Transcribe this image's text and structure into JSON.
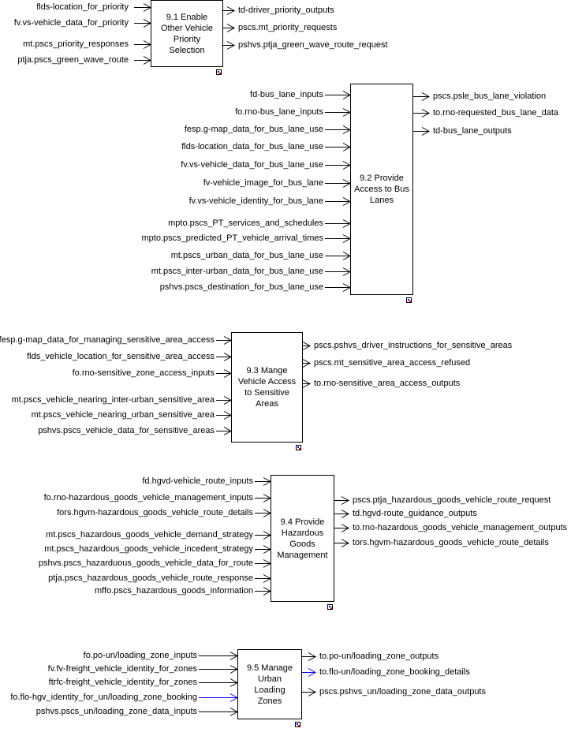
{
  "colors": {
    "line": "#000000",
    "highlight": "#0000ff"
  },
  "blocks": [
    {
      "id": "9.1",
      "title": "9.1 Enable Other Vehicle Priority Selection",
      "inputs": [
        "flds-location_for_priority",
        "fv.vs-vehicle_data_for_priority",
        "mt.pscs_priority_responses",
        "ptja.pscs_green_wave_route"
      ],
      "outputs": [
        "td-driver_priority_outputs",
        "pscs.mt_priority_requests",
        "pshvs.ptja_green_wave_route_request"
      ]
    },
    {
      "id": "9.2",
      "title": "9.2 Provide Access to Bus Lanes",
      "inputs": [
        "fd-bus_lane_inputs",
        "fo.rno-bus_lane_inputs",
        "fesp.g-map_data_for_bus_lane_use",
        "flds-location_data_for_bus_lane_use",
        "fv.vs-vehicle_data_for_bus_lane_use",
        "fv-vehicle_image_for_bus_lane",
        "fv.vs-vehicle_identity_for_bus_lane",
        "mpto.pscs_PT_services_and_schedules",
        "mpto.pscs_predicted_PT_vehicle_arrival_times",
        "mt.pscs_urban_data_for_bus_lane_use",
        "mt.pscs_inter-urban_data_for_bus_lane_use",
        "pshvs.pscs_destination_for_bus_lane_use"
      ],
      "outputs": [
        "pscs.psle_bus_lane_violation",
        "to.rno-requested_bus_lane_data",
        "td-bus_lane_outputs"
      ]
    },
    {
      "id": "9.3",
      "title": "9.3 Mange Vehicle Access to Sensitive Areas",
      "inputs": [
        "fesp.g-map_data_for_managing_sensitive_area_access",
        "flds_vehicle_location_for_sensitive_area_access",
        "fo.rno-sensitive_zone_access_inputs",
        "mt.pscs_vehicle_nearing_inter-urban_sensitive_area",
        "mt.pscs_vehicle_nearing_urban_sensitive_area",
        "pshvs.pscs_vehicle_data_for_sensitive_areas"
      ],
      "outputs": [
        "pscs.pshvs_driver_instructions_for_sensitive_areas",
        "pscs.mt_sensitive_area_access_refused",
        "to.rno-sensitive_area_access_outputs"
      ]
    },
    {
      "id": "9.4",
      "title": "9.4 Provide Hazardous Goods Management",
      "inputs": [
        "fd.hgvd-vehicle_route_inputs",
        "fo.rno-hazardous_goods_vehicle_management_inputs",
        "fors.hgvm-hazardous_goods_vehicle_route_details",
        "mt.pscs_hazardous_goods_vehicle_demand_strategy",
        "mt.pscs_hazardous_goods_vehicle_incedent_strategy",
        "pshvs.pscs_hazarduous_goods_vehicle_data_for_route",
        "ptja.pscs_hazardous_goods_vehicle_route_response",
        "mffo.pscs_hazardous_goods_information"
      ],
      "outputs": [
        "pscs.ptja_hazardous_goods_vehicle_route_request",
        "td.hgvd-route_guidance_outputs",
        "to.rno-hazardous_goods_vehicle_management_outputs",
        "tors.hgvm-hazardous_goods_vehicle_route_details"
      ]
    },
    {
      "id": "9.5",
      "title": "9.5 Manage Urban Loading Zones",
      "inputs": [
        "fo.po-un/loading_zone_inputs",
        "fv.fv-freight_vehicle_identity_for_zones",
        "ftrfc-freight_vehicle_identity_for_zones",
        "fo.flo-hgv_identity_for_un/loading_zone_booking",
        "pshvs.pscs_un/loading_zone_data_inputs"
      ],
      "outputs": [
        "to.po-un/loading_zone_outputs",
        "to.flo-un/loading_zone_booking_details",
        "pscs.pshvs_un/loading_zone_data_outputs"
      ],
      "highlighted_inputs": [
        3
      ],
      "highlighted_outputs": [
        1
      ]
    }
  ]
}
